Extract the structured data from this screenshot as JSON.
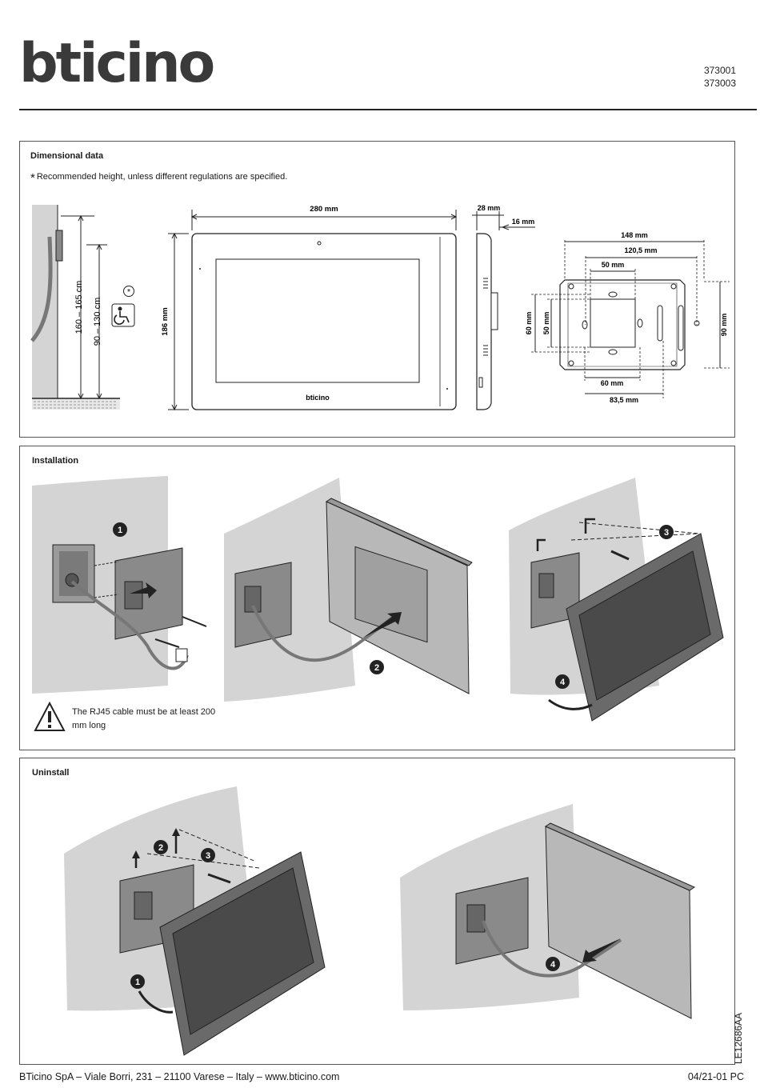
{
  "header": {
    "brand": "bticino",
    "codes": [
      "373001",
      "373003"
    ]
  },
  "dimensional": {
    "title": "Dimensional data",
    "note_marker": "*",
    "note": "Recommended height, unless different regulations are specified.",
    "height_total": "160 – 165 cm",
    "height_wheelchair": "90 – 130 cm",
    "asterisk_badge": "*",
    "width": "280 mm",
    "height": "186 mm",
    "depth": "28 mm",
    "depth_inner": "16 mm",
    "brand_on_device": "bticino",
    "plate_width": "148 mm",
    "plate_holes": "120,5 mm",
    "plate_box": "50 mm",
    "plate_left_60": "60 mm",
    "plate_left_50": "50 mm",
    "plate_bottom_60": "60 mm",
    "plate_bottom_835": "83,5 mm",
    "plate_height": "90 mm"
  },
  "installation": {
    "title": "Installation",
    "steps": [
      "1",
      "2",
      "3",
      "4"
    ],
    "warning": "The RJ45 cable must be at least 200 mm long"
  },
  "uninstall": {
    "title": "Uninstall",
    "steps": [
      "1",
      "2",
      "3",
      "4"
    ]
  },
  "footer": {
    "company": "BTicino SpA – Viale Borri, 231 – 21100 Varese – Italy – www.bticino.com",
    "version": "04/21-01 PC",
    "doc_id": "LE12686AA"
  },
  "colors": {
    "wall": "#d4d4d4",
    "device": "#6a6a6a",
    "screen": "#4a4a4a",
    "line": "#222222"
  }
}
